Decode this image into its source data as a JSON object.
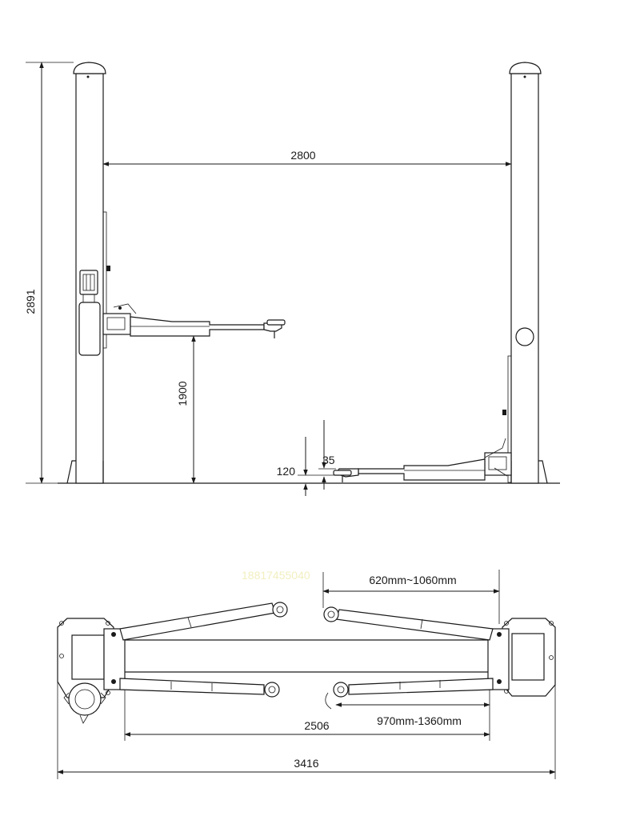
{
  "front_view": {
    "dim_column_spacing": "2800",
    "dim_total_height": "2891",
    "dim_lift_height": "1900",
    "dim_min_height": "120",
    "dim_pad_height": "35"
  },
  "top_view": {
    "watermark": "18817455040",
    "dim_short_arm": "620mm~1060mm",
    "dim_long_arm": "970mm-1360mm",
    "dim_inner_width": "2506",
    "dim_overall_width": "3416"
  }
}
